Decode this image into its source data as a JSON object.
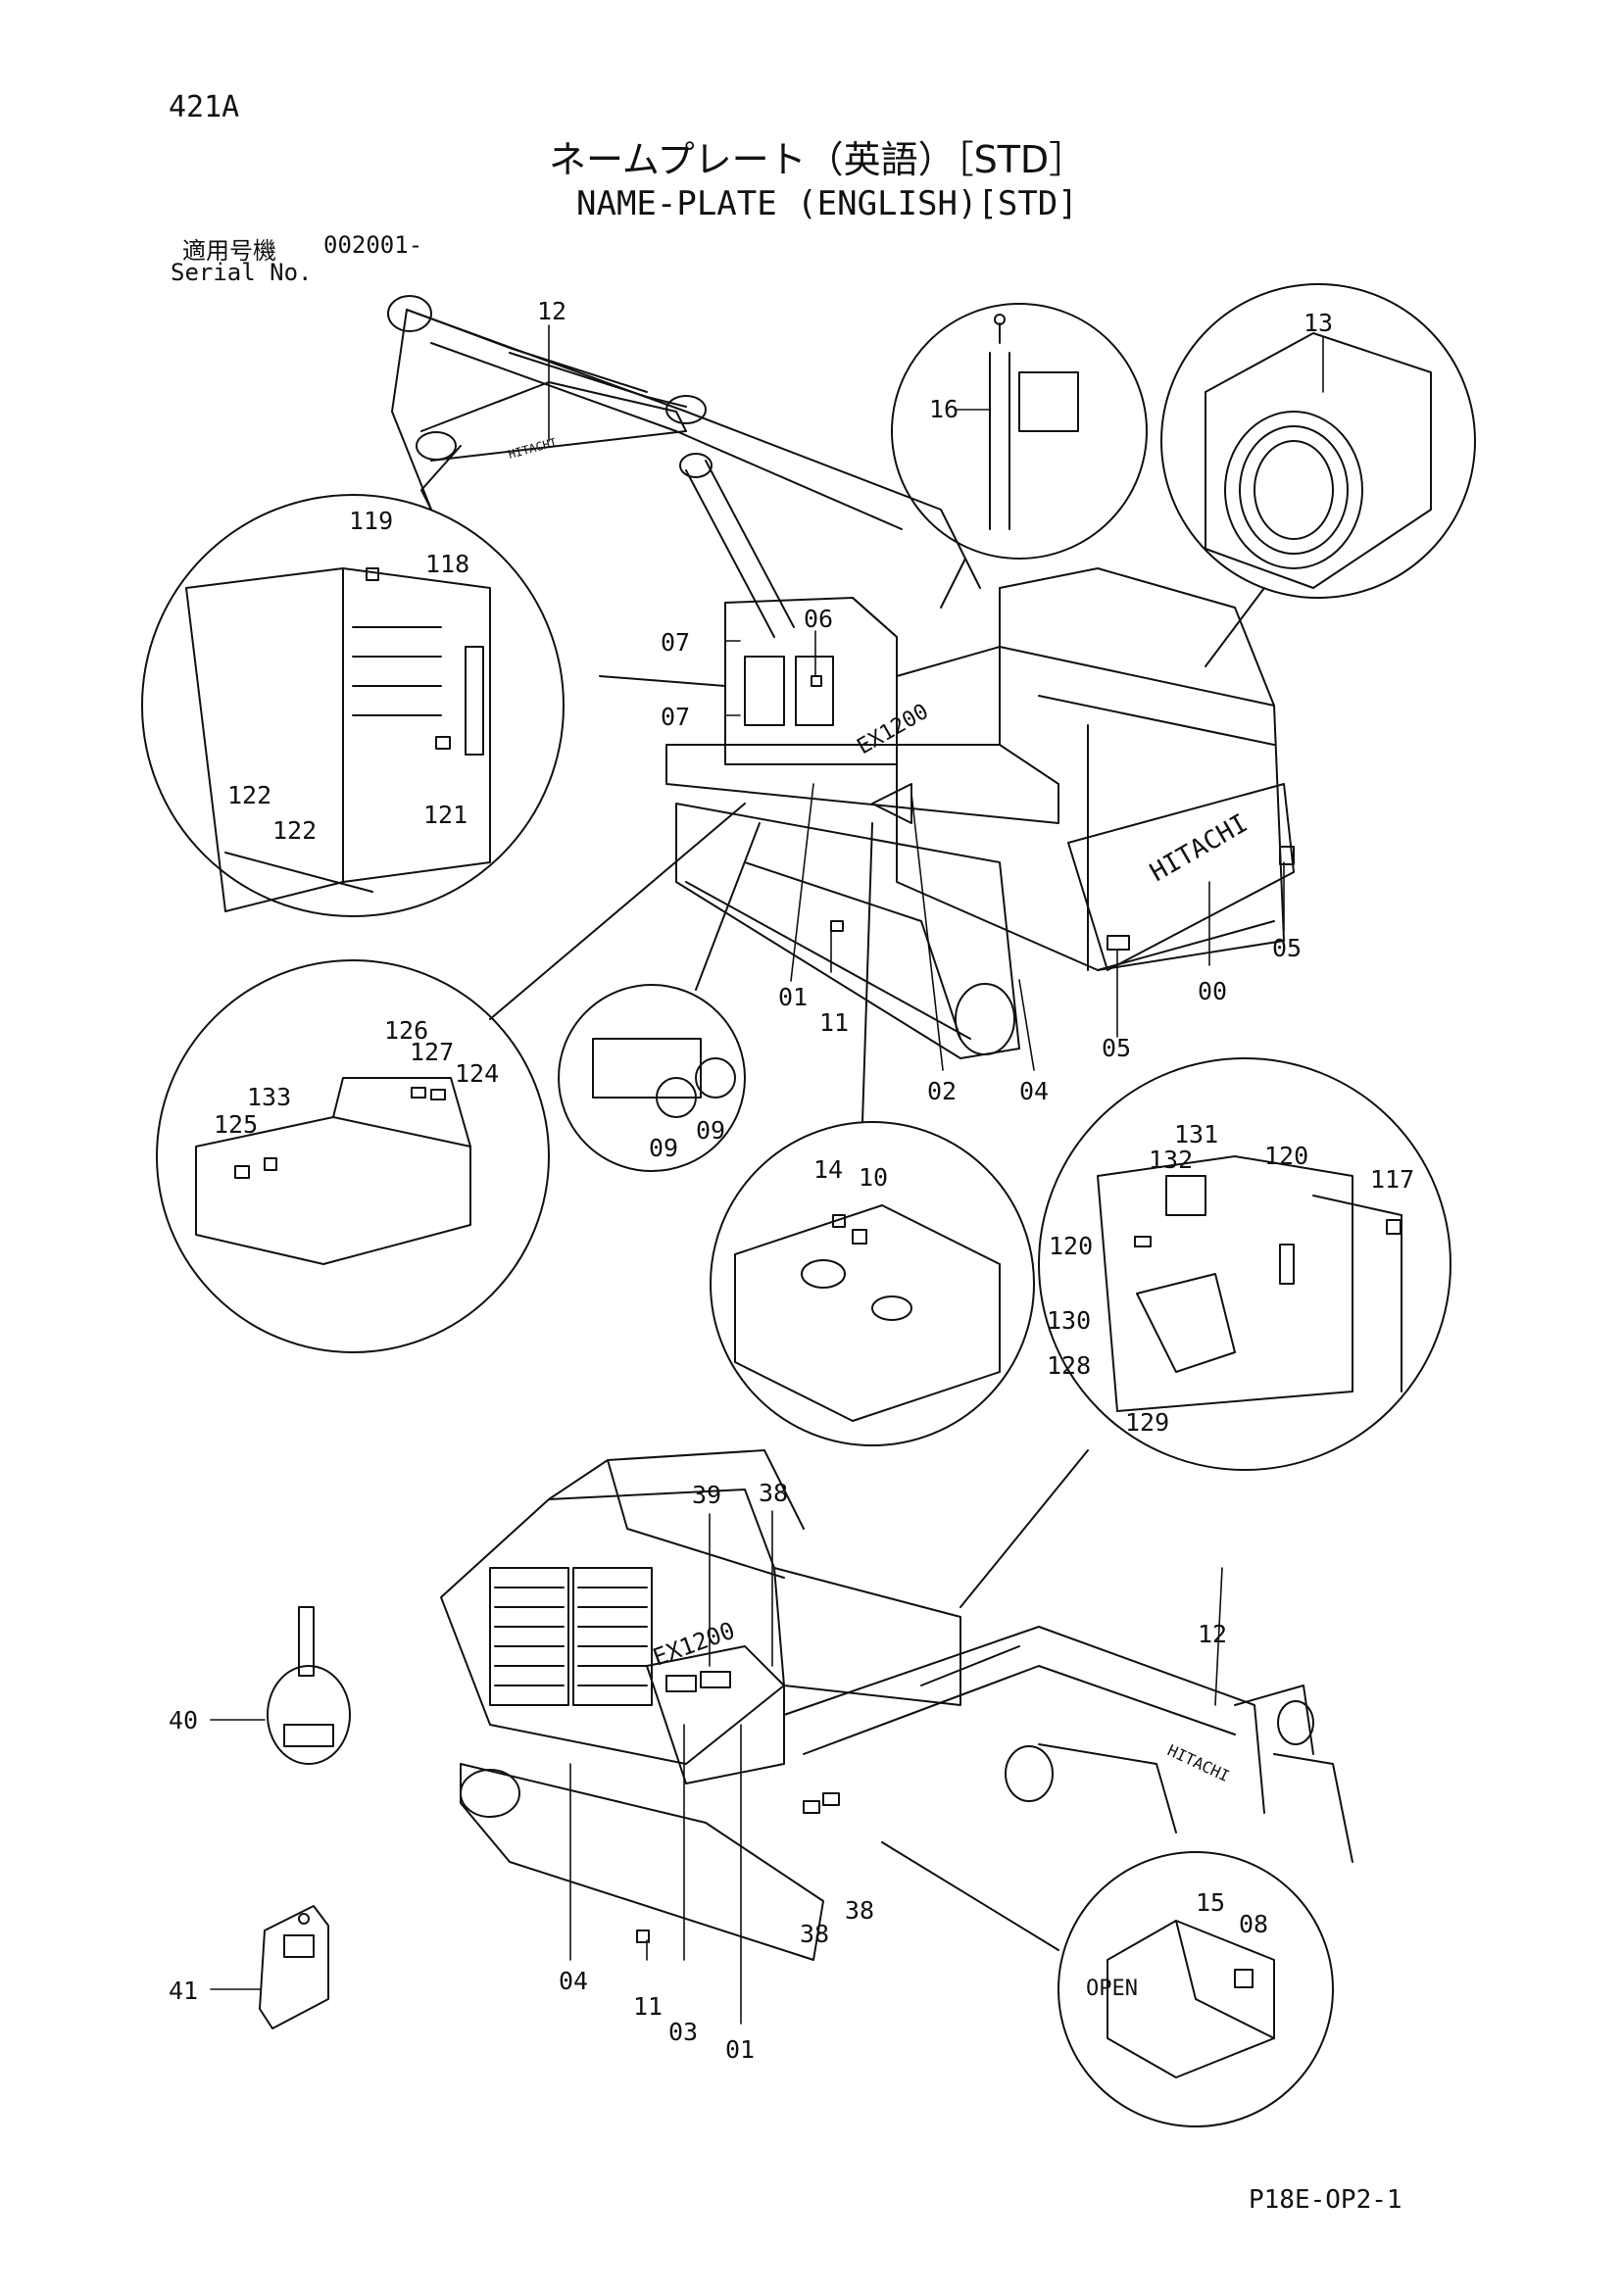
{
  "header": {
    "page_number": "421A",
    "title_jp": "ネームプレート（英語）［STD］",
    "title_en": "NAME-PLATE (ENGLISH)[STD]",
    "serial_label_jp": "適用号機",
    "serial_value": "002001-",
    "serial_label_en": "Serial No."
  },
  "footer": {
    "drawing_code": "P18E-OP2-1"
  },
  "machine_labels": {
    "hitachi": "HITACHI",
    "model": "EX1200",
    "open": "OPEN"
  },
  "callouts": {
    "c00": "00",
    "c01": "01",
    "c02": "02",
    "c03": "03",
    "c04": "04",
    "c05": "05",
    "c06": "06",
    "c07": "07",
    "c08": "08",
    "c09": "09",
    "c10": "10",
    "c11": "11",
    "c12": "12",
    "c13": "13",
    "c14": "14",
    "c15": "15",
    "c16": "16",
    "c38": "38",
    "c39": "39",
    "c40": "40",
    "c41": "41",
    "c117": "117",
    "c118": "118",
    "c119": "119",
    "c120": "120",
    "c121": "121",
    "c122": "122",
    "c124": "124",
    "c125": "125",
    "c126": "126",
    "c127": "127",
    "c128": "128",
    "c129": "129",
    "c130": "130",
    "c131": "131",
    "c132": "132",
    "c133": "133"
  }
}
